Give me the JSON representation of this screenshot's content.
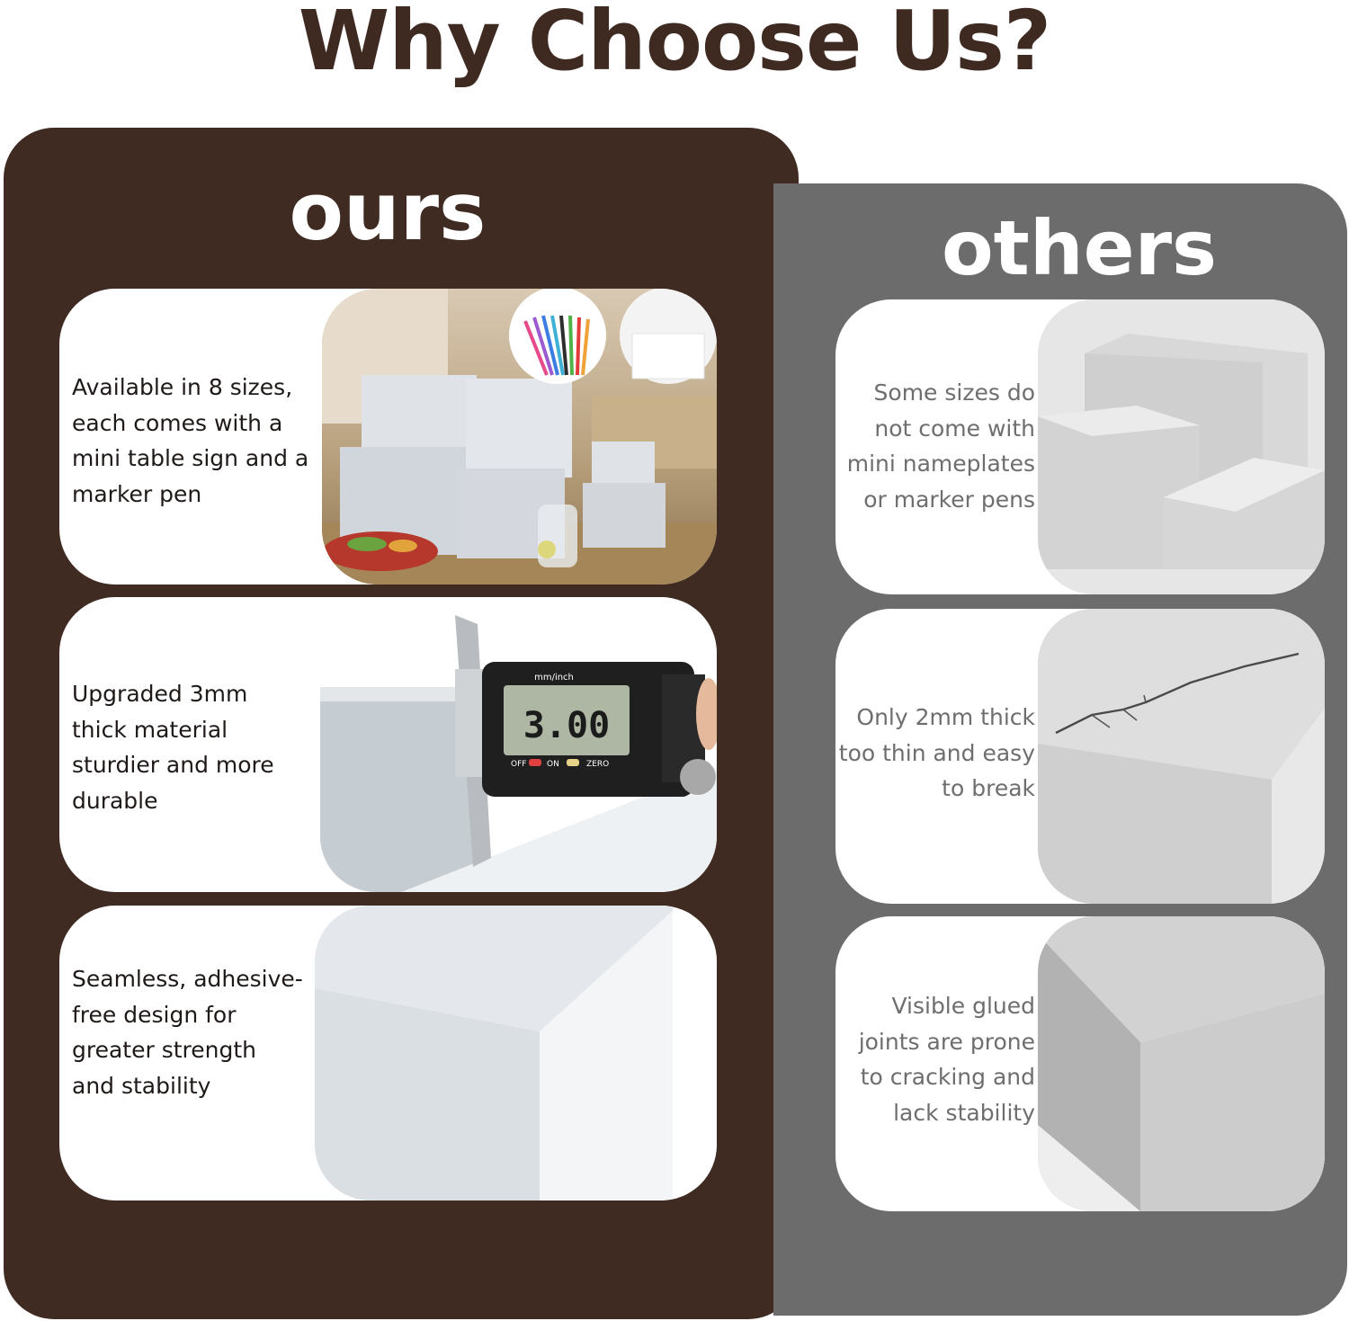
{
  "headline": "Why Choose Us?",
  "ours": {
    "title": "ours",
    "features": [
      {
        "text": "Available in 8 sizes, each comes with a mini table sign and a marker pen"
      },
      {
        "text": "Upgraded 3mm thick material sturdier and more durable",
        "caliper_reading": "3.00",
        "caliper_unit": "mm/inch",
        "caliper_labels": [
          "OFF",
          "ON",
          "ZERO"
        ]
      },
      {
        "text": "Seamless, adhesive-free design for greater strength and stability"
      }
    ]
  },
  "others": {
    "title": "others",
    "features": [
      {
        "text": "Some sizes do not come with mini nameplates or marker pens"
      },
      {
        "text": "Only 2mm thick too thin and easy to break"
      },
      {
        "text": "Visible glued joints are prone to cracking and lack stability"
      }
    ]
  },
  "colors": {
    "ours_panel": "#402b23",
    "others_panel": "#6c6c6c",
    "headline": "#3f2a22",
    "others_text": "#6e6e6e"
  }
}
